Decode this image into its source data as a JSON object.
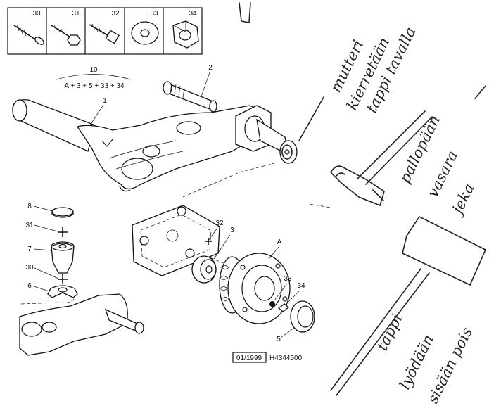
{
  "legend_parts": [
    {
      "number": "30",
      "icon": "screw-icon"
    },
    {
      "number": "31",
      "icon": "bolt-icon"
    },
    {
      "number": "32",
      "icon": "hex-bolt-icon"
    },
    {
      "number": "33",
      "icon": "washer-icon"
    },
    {
      "number": "34",
      "icon": "nut-icon"
    }
  ],
  "kit": {
    "number": "10",
    "formula": "A + 3 + 5 + 33 + 34"
  },
  "callouts": {
    "c1": "1",
    "c2": "2",
    "c3": "3",
    "c4": "A",
    "c5": "5",
    "c6": "6",
    "c7": "7",
    "c8": "8",
    "c30": "30",
    "c31": "31",
    "c32": "32",
    "c33": "33",
    "c34": "34"
  },
  "reference": {
    "date": "01/1999",
    "code": "H4344500"
  },
  "handwritten": {
    "note1": [
      "mutteri",
      "kierretään",
      "tappi tavalla"
    ],
    "note2": [
      "pallopään",
      "vasara",
      "jeka"
    ],
    "note3": [
      "tappi",
      "lyödään",
      "sisään pois"
    ]
  }
}
